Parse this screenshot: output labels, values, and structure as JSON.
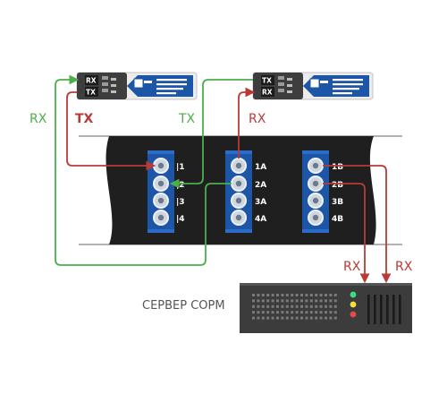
{
  "labels": {
    "rx_left": "RX",
    "tx_left": "TX",
    "tx_mid": "TX",
    "rx_mid": "RX",
    "rx_server_1": "RX",
    "rx_server_2": "RX"
  },
  "transceivers": [
    {
      "port_top": "RX",
      "port_bottom": "TX"
    },
    {
      "port_top": "TX",
      "port_bottom": "RX"
    }
  ],
  "panel_groups": [
    {
      "ports": [
        "|1",
        "|2",
        "|3",
        "|4"
      ]
    },
    {
      "ports": [
        "1A",
        "2A",
        "3A",
        "4A"
      ]
    },
    {
      "ports": [
        "1B",
        "2B",
        "3B",
        "4B"
      ]
    }
  ],
  "server": {
    "label": "СЕРВЕР СОРМ"
  },
  "colors": {
    "green": "#4cae4a",
    "red": "#b93a35",
    "panel_blue": "#1d56a6",
    "panel_dark": "#1f1f1f",
    "server_body": "#3c3c3c",
    "led_green": "#3ddc84",
    "led_yellow": "#f3e03a",
    "led_red": "#e54b4b"
  }
}
